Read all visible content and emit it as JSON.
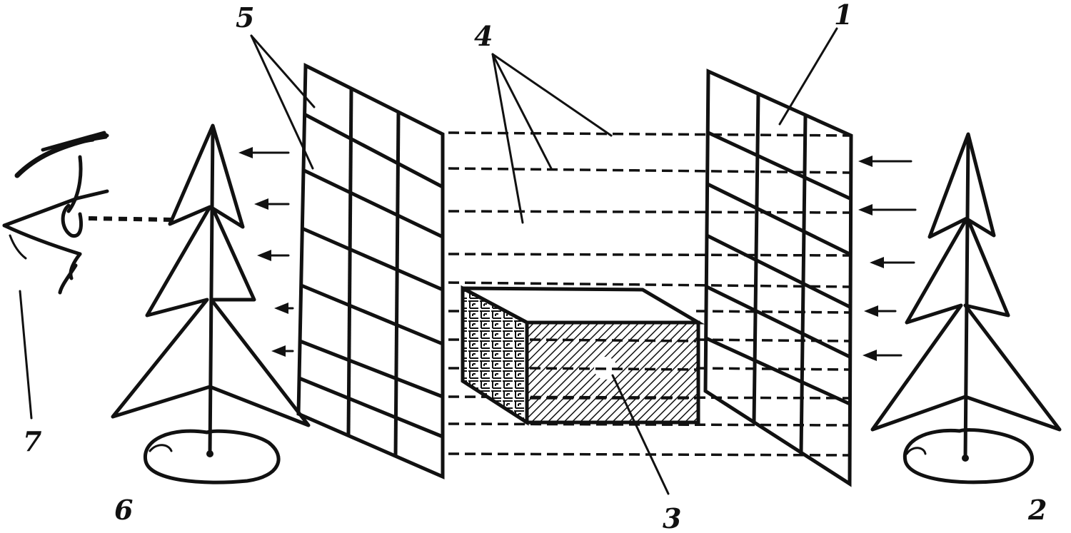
{
  "figure": {
    "labels": {
      "l1": "1",
      "l2": "2",
      "l3": "3",
      "l4": "4",
      "l5": "5",
      "l6": "6",
      "l7": "7"
    }
  }
}
